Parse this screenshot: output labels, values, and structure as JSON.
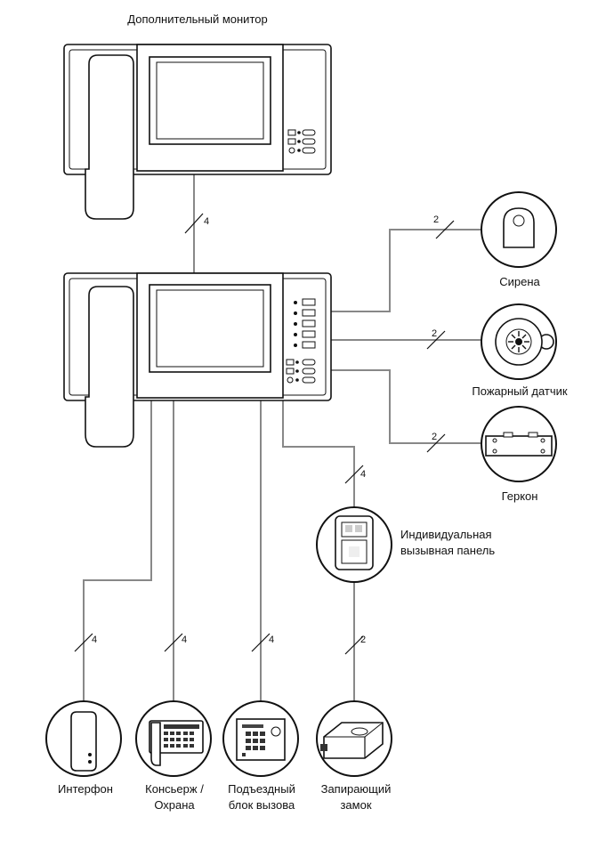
{
  "labels": {
    "extra_monitor": "Дополнительный монитор",
    "siren": "Сирена",
    "fire_detector": "Пожарный датчик",
    "reed_switch": "Геркон",
    "individual_panel_1": "Индивидуальная",
    "individual_panel_2": "вызывная панель",
    "intercom": "Интерфон",
    "concierge_1": "Консьерж /",
    "concierge_2": "Охрана",
    "entrance_1": "Подъездный",
    "entrance_2": "блок вызова",
    "lock_1": "Запирающий",
    "lock_2": "замок"
  },
  "wire_counts": {
    "monitor_link": "4",
    "siren": "2",
    "fire_detector": "2",
    "reed_switch": "2",
    "individual_panel": "4",
    "intercom": "4",
    "concierge": "4",
    "entrance": "4",
    "lock": "2"
  },
  "icons": [
    "monitor-icon",
    "handset-icon",
    "siren-icon",
    "fire-detector-icon",
    "reed-switch-icon",
    "door-panel-icon",
    "intercom-icon",
    "concierge-phone-icon",
    "entrance-panel-icon",
    "door-lock-icon"
  ]
}
